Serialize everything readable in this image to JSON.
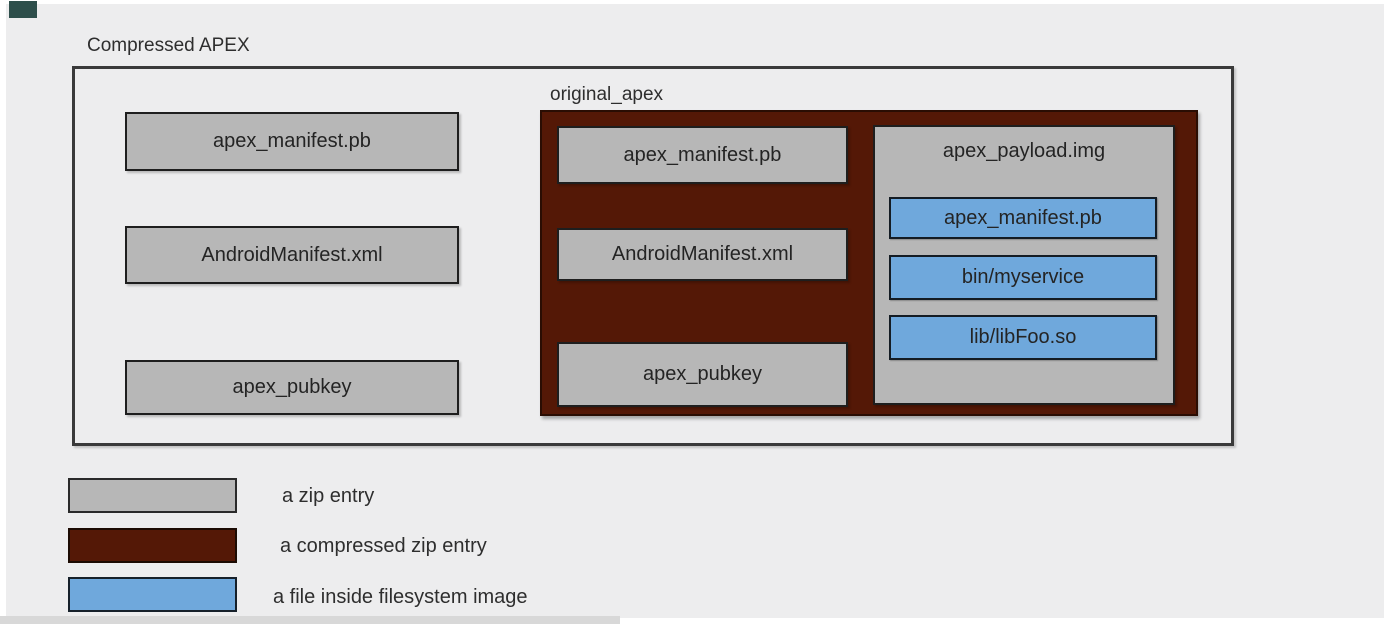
{
  "compressed_apex": {
    "label": "Compressed APEX",
    "zip_entries": [
      "apex_manifest.pb",
      "AndroidManifest.xml",
      "apex_pubkey"
    ],
    "original_apex": {
      "label": "original_apex",
      "zip_entries": [
        "apex_manifest.pb",
        "AndroidManifest.xml",
        "apex_pubkey"
      ],
      "payload_image": {
        "label": "apex_payload.img",
        "files": [
          "apex_manifest.pb",
          "bin/myservice",
          "lib/libFoo.so"
        ]
      }
    }
  },
  "legend": {
    "items": [
      {
        "label": "a zip entry",
        "color": "#b7b7b7"
      },
      {
        "label": "a compressed zip entry",
        "color": "#541806"
      },
      {
        "label": "a file inside filesystem image",
        "color": "#6fa8dc"
      }
    ]
  },
  "colors": {
    "background": "#ededee",
    "zip_entry_fill": "#b7b7b7",
    "compressed_zip_entry_fill": "#541806",
    "filesystem_file_fill": "#6fa8dc",
    "box_border": "#1e1e1e",
    "outer_frame_border": "#3a3a3a",
    "corner_artifact": "#2e4f4b"
  }
}
